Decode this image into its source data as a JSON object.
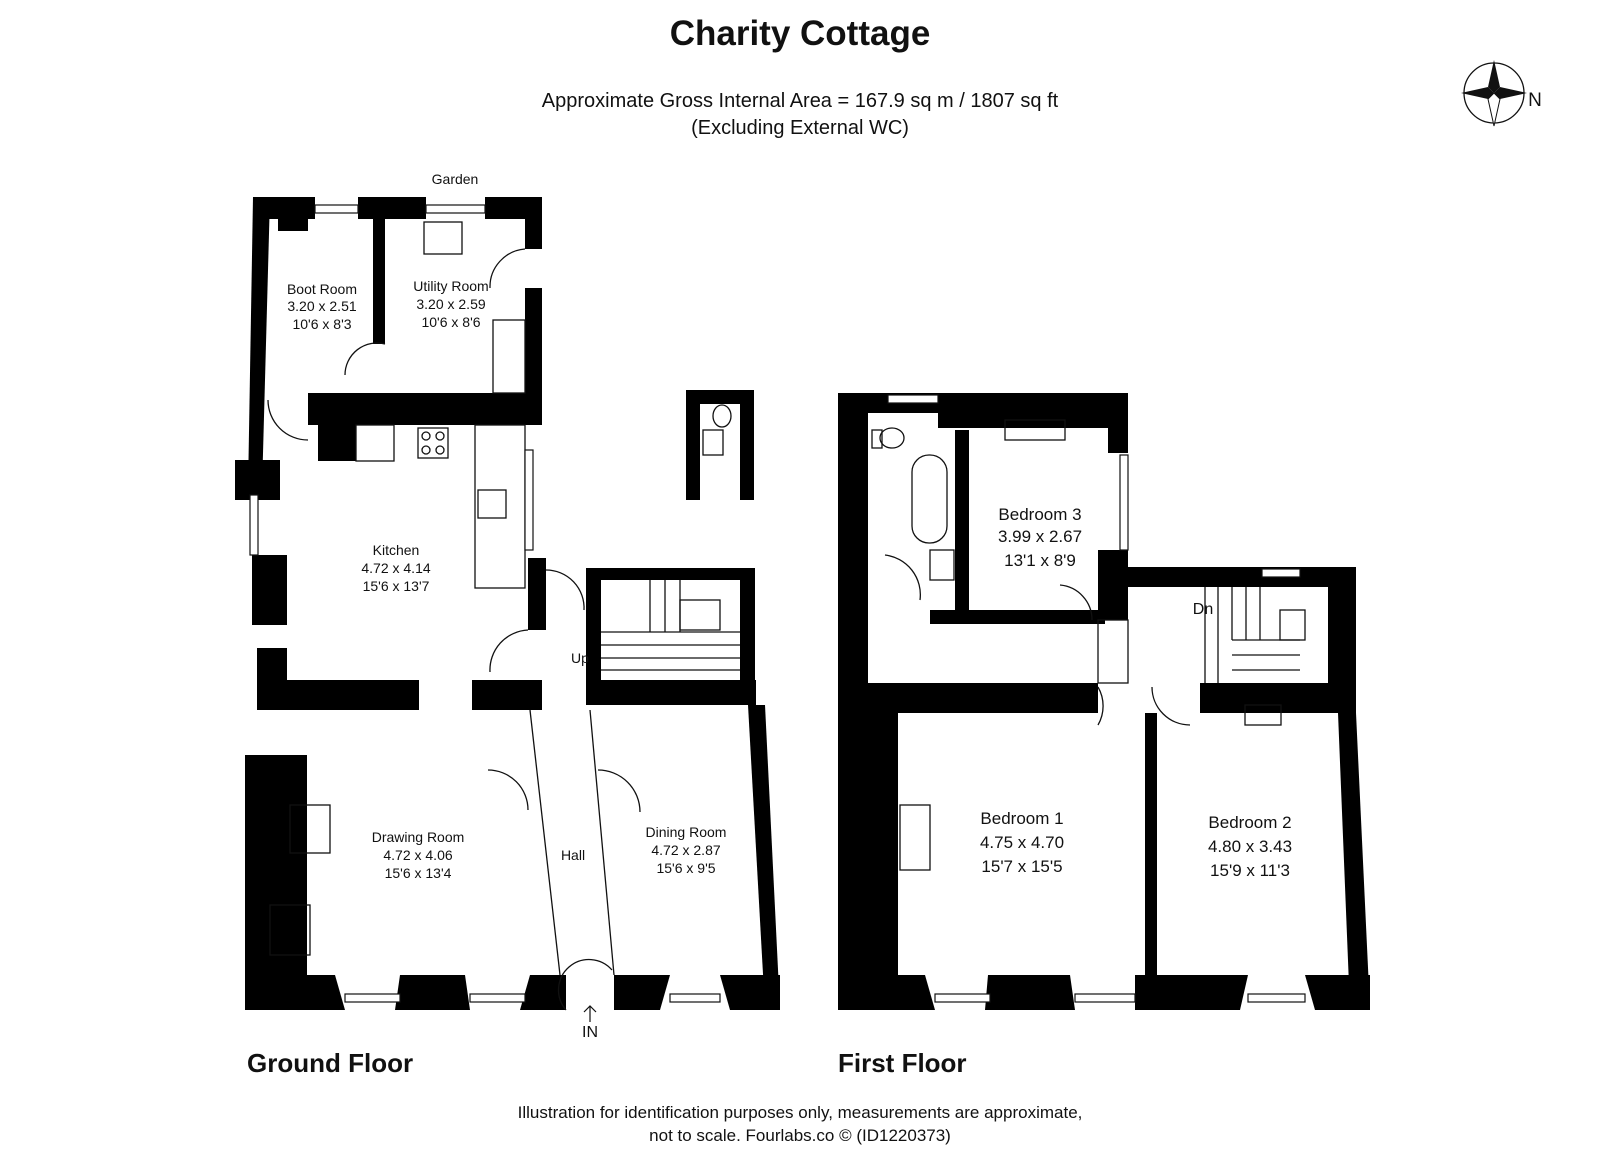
{
  "header": {
    "title": "Charity Cottage",
    "area_line": "Approximate Gross Internal Area = 167.9 sq m / 1807 sq ft",
    "area_note": "(Excluding External WC)"
  },
  "compass": {
    "icon": "compass-rose-icon",
    "north_label": "N"
  },
  "ground_floor": {
    "label": "Ground Floor",
    "garden_label": "Garden",
    "up_label": "Up",
    "entrance_label": "IN",
    "rooms": [
      {
        "name": "Boot Room",
        "metric": "3.20 x 2.51",
        "imperial": "10'6 x 8'3"
      },
      {
        "name": "Utility Room",
        "metric": "3.20 x 2.59",
        "imperial": "10'6 x 8'6"
      },
      {
        "name": "Kitchen",
        "metric": "4.72 x 4.14",
        "imperial": "15'6 x 13'7"
      },
      {
        "name": "Drawing Room",
        "metric": "4.72 x 4.06",
        "imperial": "15'6 x 13'4"
      },
      {
        "name": "Dining Room",
        "metric": "4.72 x 2.87",
        "imperial": "15'6 x 9'5"
      },
      {
        "name": "Hall"
      }
    ]
  },
  "first_floor": {
    "label": "First Floor",
    "down_label": "Dn",
    "rooms": [
      {
        "name": "Bedroom 3",
        "metric": "3.99 x 2.67",
        "imperial": "13'1 x 8'9"
      },
      {
        "name": "Bedroom 1",
        "metric": "4.75 x 4.70",
        "imperial": "15'7 x 15'5"
      },
      {
        "name": "Bedroom 2",
        "metric": "4.80 x 3.43",
        "imperial": "15'9 x 11'3"
      }
    ]
  },
  "footer": {
    "line1": "Illustration for identification purposes only, measurements are approximate,",
    "line2": "not to scale. Fourlabs.co © (ID1220373)"
  }
}
